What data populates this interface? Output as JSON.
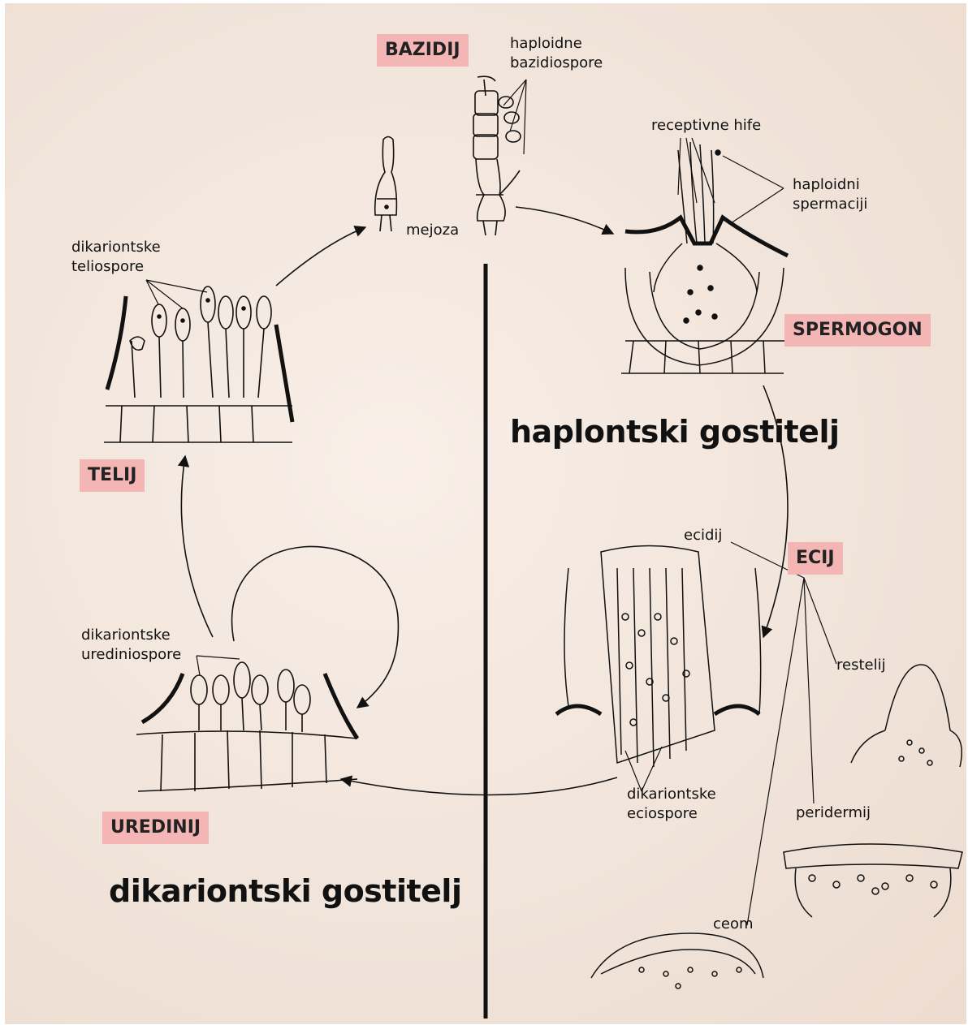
{
  "stages": {
    "bazidij": "BAZIDIJ",
    "spermogon": "SPERMOGON",
    "ecij": "ECIJ",
    "uredinij": "UREDINIJ",
    "telij": "TELIJ"
  },
  "labels": {
    "haploidne_bazidiospore": [
      "haploidne",
      "bazidiospore"
    ],
    "mejoza": "mejoza",
    "receptivne_hife": "receptivne hife",
    "haploidni_spermaciji": [
      "haploidni",
      "spermaciji"
    ],
    "dikariontske_teliospore": [
      "dikariontske",
      "teliospore"
    ],
    "dikariontske_urediniospore": [
      "dikariontske",
      "urediniospore"
    ],
    "ecidij": "ecidij",
    "restelij": "restelij",
    "peridermij": "peridermij",
    "ceom": "ceom",
    "dikariontske_eciospore": [
      "dikariontske",
      "eciospore"
    ]
  },
  "hosts": {
    "haplontski": "haplontski gostitelj",
    "dikariontski": "dikariontski gostitelj"
  },
  "colors": {
    "label_bg": "#f4b6b4",
    "background": "#f1e4da",
    "ink": "#111111"
  }
}
